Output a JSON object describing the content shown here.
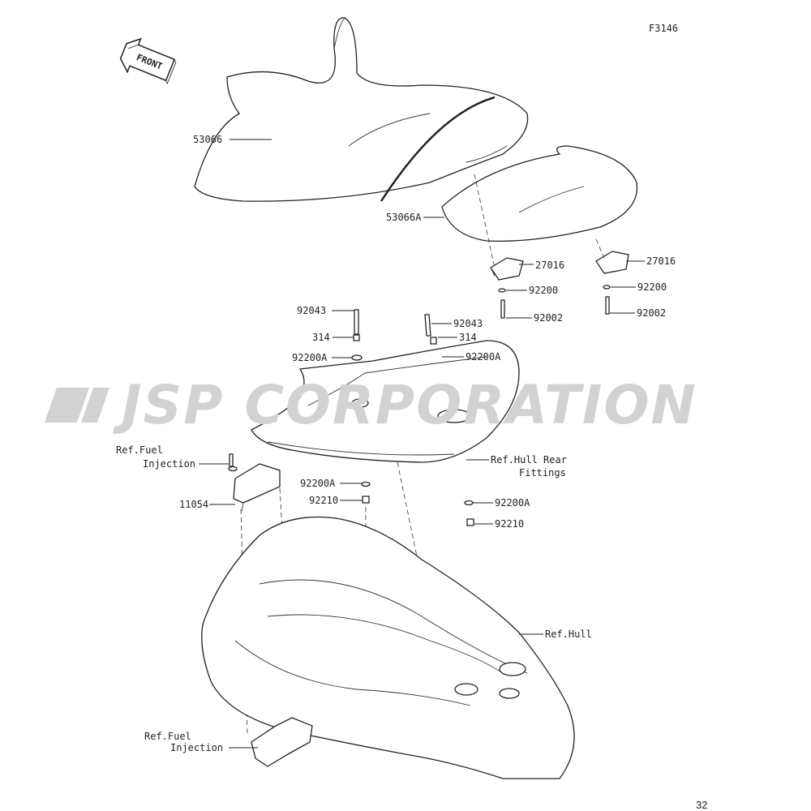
{
  "diagram": {
    "code": "F3146",
    "page_number": "32",
    "front_arrow": "FRONT",
    "watermark": "JSP CORPORATION",
    "labels": {
      "seat_front": "53066",
      "seat_rear": "53066A",
      "bracket_left": "27016",
      "bracket_right": "27016",
      "washer_left": "92200",
      "washer_right": "92200",
      "bolt_left": "92002",
      "bolt_right": "92002",
      "stud_left": "92043",
      "stud_right": "92043",
      "nut_left": "314",
      "nut_right": "314",
      "washer_a_left": "92200A",
      "washer_a_right": "92200A",
      "ref_fuel_top_1": "Ref.Fuel",
      "ref_fuel_top_2": "Injection",
      "stay": "11054",
      "washer_a_mid": "92200A",
      "nut_mid": "92210",
      "ref_hull_rear_1": "Ref.Hull Rear",
      "ref_hull_rear_2": "Fittings",
      "washer_a_low": "92200A",
      "nut_low": "92210",
      "ref_hull": "Ref.Hull",
      "ref_fuel_bottom_1": "Ref.Fuel",
      "ref_fuel_bottom_2": "Injection"
    }
  }
}
